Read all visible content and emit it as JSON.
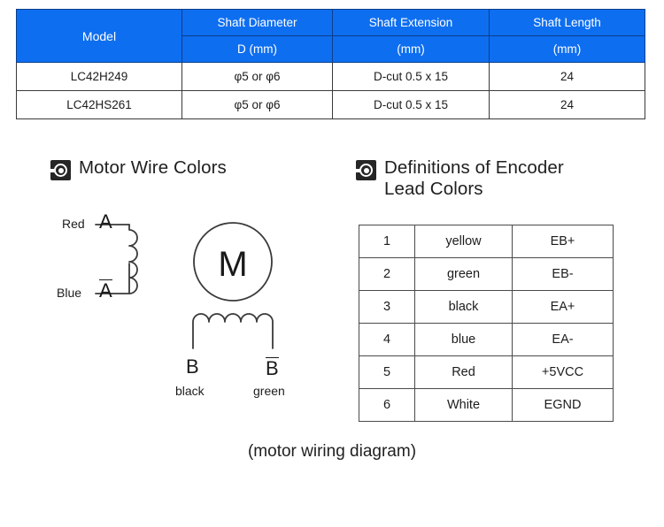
{
  "spec_table": {
    "headers_row1": [
      "Model",
      "Shaft Diameter",
      "Shaft Extension",
      "Shaft Length"
    ],
    "headers_row2": [
      "D (mm)",
      "(mm)",
      "(mm)"
    ],
    "rows": [
      {
        "model": "LC42H249",
        "diameter": "φ5 or φ6",
        "extension": "D-cut 0.5 x 15",
        "length": "24"
      },
      {
        "model": "LC42HS261",
        "diameter": "φ5 or φ6",
        "extension": "D-cut 0.5 x 15",
        "length": "24"
      }
    ],
    "header_bg": "#0e6ef0",
    "header_text_color": "#ffffff"
  },
  "sections": {
    "left": {
      "icon": "target-icon",
      "title": "Motor Wire Colors"
    },
    "right": {
      "icon": "target-icon",
      "title_line1": "Definitions of Encoder",
      "title_line2": "Lead Colors"
    }
  },
  "wiring_diagram": {
    "motor_label": "M",
    "phase_a_top": {
      "color": "Red",
      "terminal": "A",
      "overbar": false
    },
    "phase_a_bottom": {
      "color": "Blue",
      "terminal": "A",
      "overbar": true
    },
    "phase_b_left": {
      "terminal": "B",
      "color": "black",
      "overbar": false
    },
    "phase_b_right": {
      "terminal": "B",
      "color": "green",
      "overbar": true
    },
    "caption": "(motor wiring diagram)"
  },
  "encoder_table": {
    "rows": [
      {
        "pin": "1",
        "color": "yellow",
        "signal": "EB+"
      },
      {
        "pin": "2",
        "color": "green",
        "signal": "EB-"
      },
      {
        "pin": "3",
        "color": "black",
        "signal": "EA+"
      },
      {
        "pin": "4",
        "color": "blue",
        "signal": "EA-"
      },
      {
        "pin": "5",
        "color": "Red",
        "signal": "+5VCC"
      },
      {
        "pin": "6",
        "color": "White",
        "signal": "EGND"
      }
    ]
  }
}
